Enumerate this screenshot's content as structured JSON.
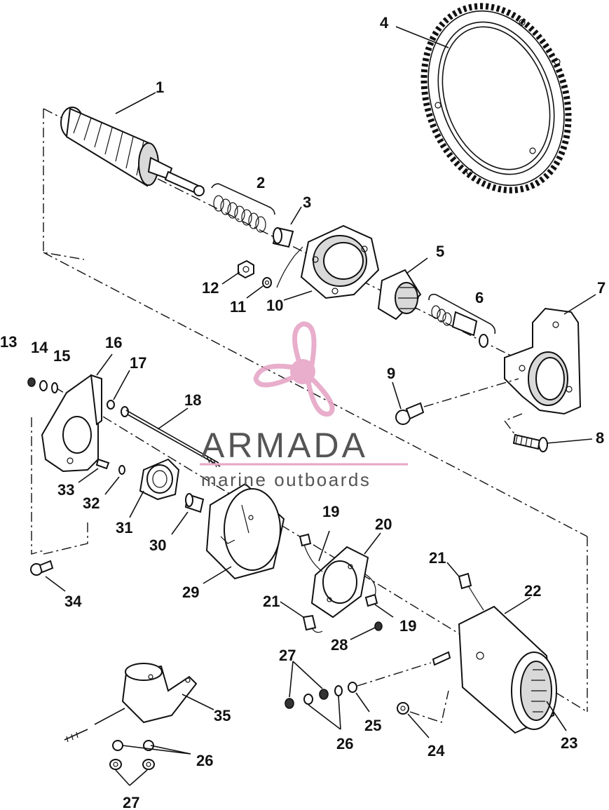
{
  "callouts": [
    "1",
    "2",
    "3",
    "4",
    "5",
    "6",
    "7",
    "8",
    "9",
    "10",
    "11",
    "12",
    "13",
    "14",
    "15",
    "16",
    "17",
    "18",
    "19",
    "19",
    "20",
    "21",
    "21",
    "22",
    "23",
    "24",
    "25",
    "26",
    "26",
    "27",
    "27",
    "28",
    "29",
    "30",
    "31",
    "32",
    "33",
    "34",
    "35"
  ],
  "watermark": {
    "brand": "ARMADA",
    "tagline": "marine outboards",
    "logo_color": "#e6a6c6",
    "text_color": "#555555",
    "line_color": "#e6a6c6"
  }
}
